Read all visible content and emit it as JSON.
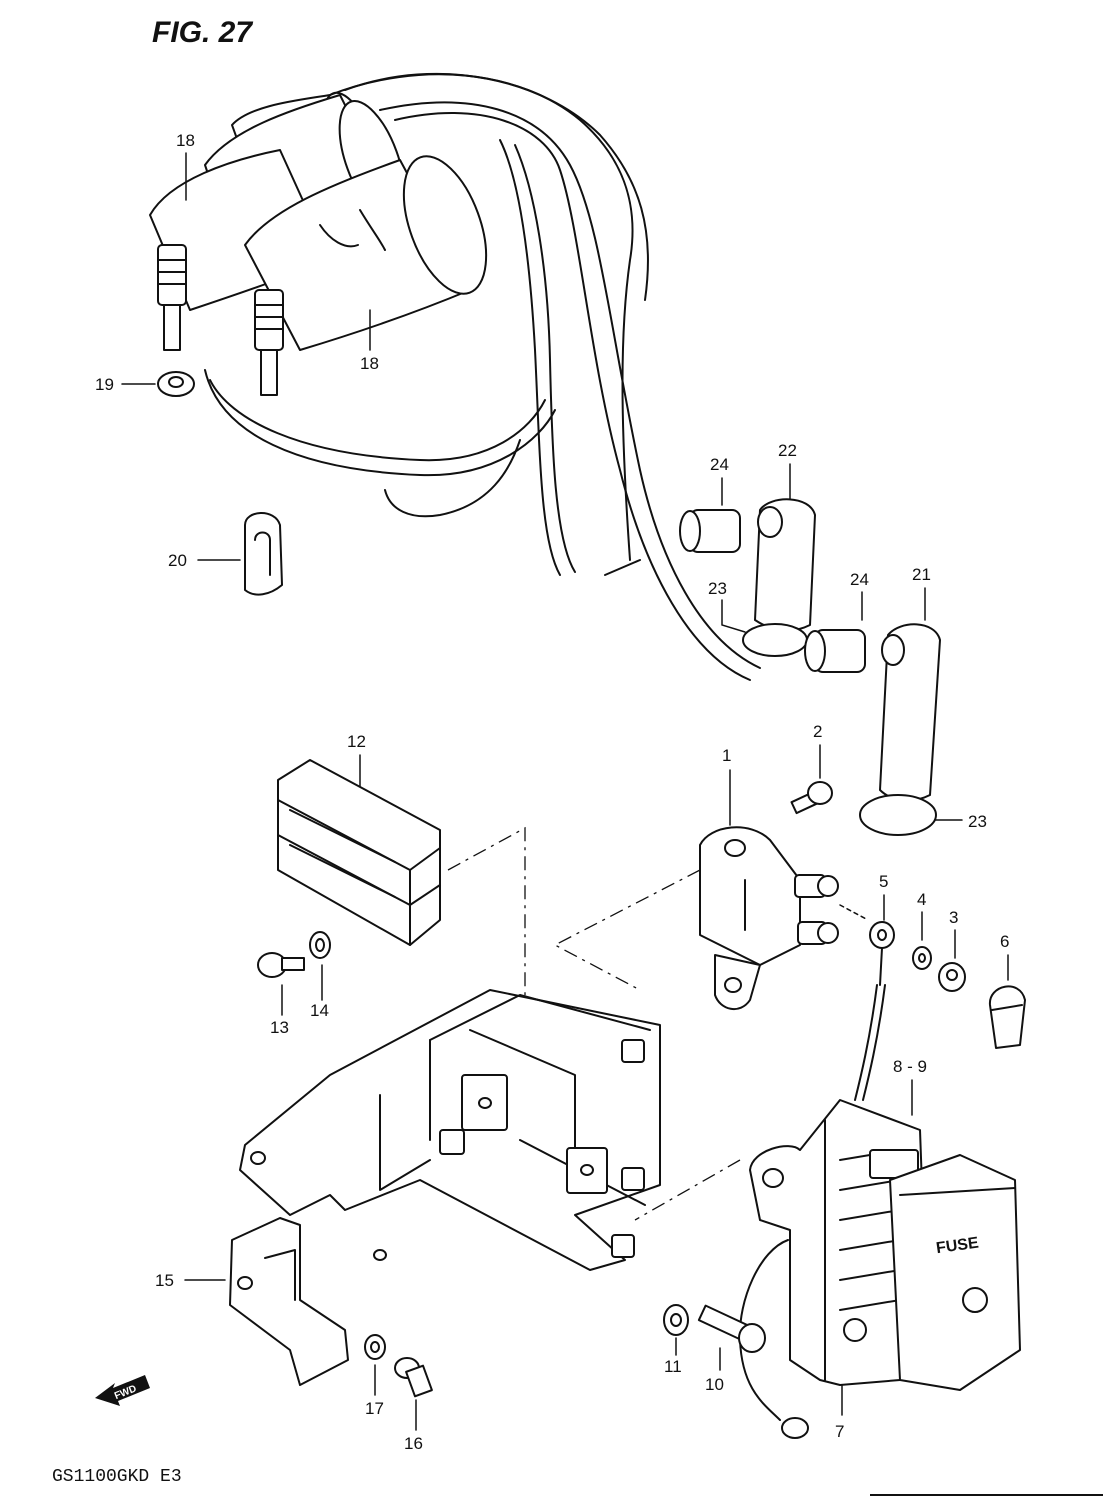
{
  "figure": {
    "title": "FIG. 27",
    "model_code": "GS1100GKD E3"
  },
  "callouts": {
    "c1": "1",
    "c2": "2",
    "c3": "3",
    "c4": "4",
    "c5": "5",
    "c6": "6",
    "c7": "7",
    "c8_9": "8 - 9",
    "c10": "10",
    "c11": "11",
    "c12": "12",
    "c13": "13",
    "c14": "14",
    "c15": "15",
    "c16": "16",
    "c17": "17",
    "c18a": "18",
    "c18b": "18",
    "c19": "19",
    "c20": "20",
    "c21": "21",
    "c22": "22",
    "c23a": "23",
    "c23b": "23",
    "c24a": "24",
    "c24b": "24"
  },
  "fuse_label": "FUSE",
  "forward_arrow": "FWD",
  "icons": {
    "forward_arrow": "arrow-left-icon"
  }
}
